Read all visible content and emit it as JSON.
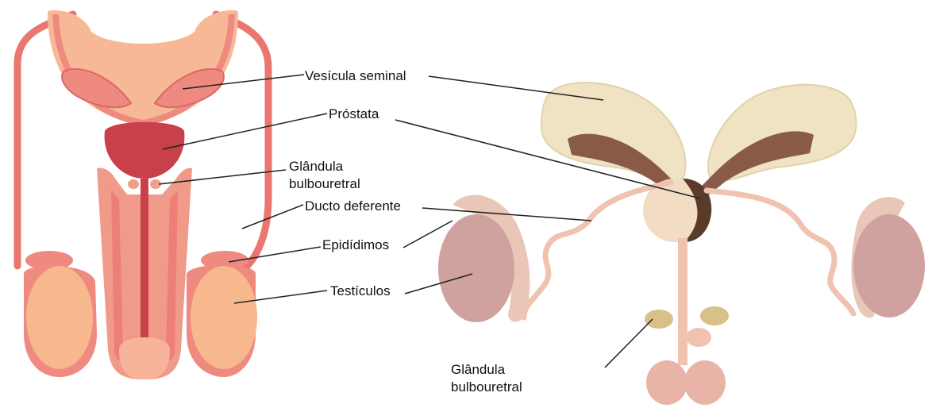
{
  "labels": {
    "seminal_vesicle": "Vesícula seminal",
    "prostate": "Próstata",
    "bulbourethral_line1": "Glândula",
    "bulbourethral_line2": "bulbouretral",
    "vas_deferens": "Ducto deferente",
    "epididymis": "Epidídimos",
    "testes": "Testículos",
    "bulbourethral_right_line1": "Glândula",
    "bulbourethral_right_line2": "bulbouretral"
  },
  "colors": {
    "bladder": "#f6b896",
    "tissue_pink": "#ef8a80",
    "tissue_dark": "#e0605c",
    "prostate_left": "#c8404a",
    "testis": "#f7b88e",
    "vesicle_cream": "#efe3c4",
    "duct_brown": "#8a5a48",
    "prostate_right": "#5a3a28",
    "testis_right": "#cfa2a0",
    "bulbo_gland": "#d8c08a"
  }
}
